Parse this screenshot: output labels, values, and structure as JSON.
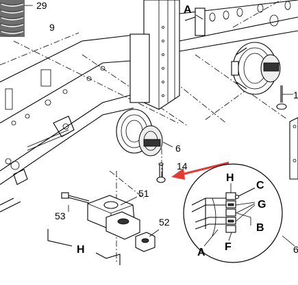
{
  "callouts": {
    "c29": "29",
    "c9": "9",
    "cA_top": "A",
    "c6": "6",
    "c14": "14",
    "c1": "1",
    "c51": "51",
    "c52": "52",
    "c53": "53",
    "cH_bottom": "H"
  },
  "detail": {
    "H": "H",
    "C": "C",
    "G": "G",
    "B": "B",
    "F": "F",
    "A": "A",
    "side": "6"
  },
  "colors": {
    "arrow": "#e53935",
    "line": "#000000"
  }
}
